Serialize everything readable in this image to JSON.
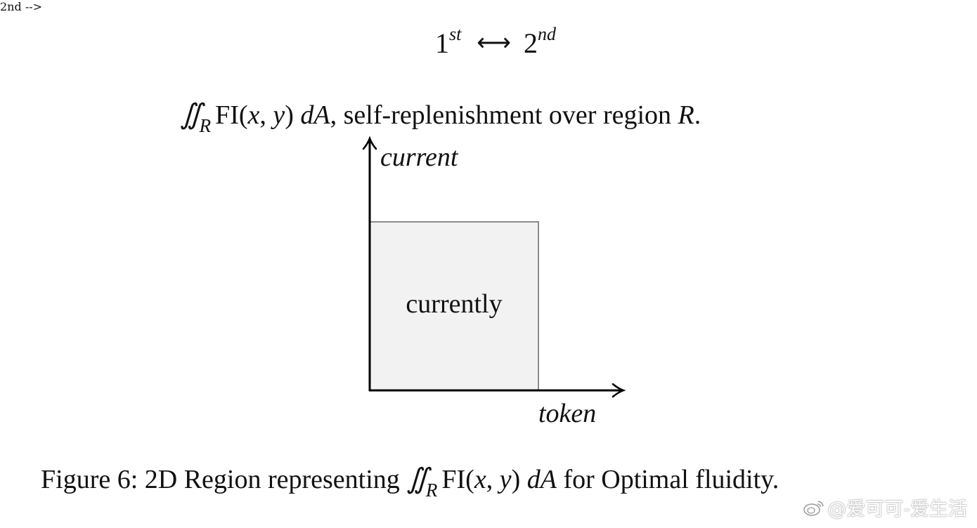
{
  "top_relation": {
    "left_base": "1",
    "left_sup": "st",
    "arrow": "⟷",
    "right_base": "2",
    "right_sup": "nd"
  },
  "formula_line": {
    "integral": "∬",
    "subscript": "R",
    "function": "FI(",
    "var_x": "x",
    "comma": ", ",
    "var_y": "y",
    "close": ")",
    "differential": " dA",
    "text_after": ", self-replenishment over region ",
    "region": "R",
    "period": "."
  },
  "diagram": {
    "y_axis_label": "current",
    "x_axis_label": "token",
    "region_label": "currently",
    "colors": {
      "region_fill": "#f2f2f2",
      "region_stroke": "#8c8c8c",
      "axis": "#000000"
    }
  },
  "caption": {
    "prefix": "Figure 6:  2D Region representing ",
    "integral": "∬",
    "subscript": "R",
    "function": "FI(",
    "var_x": "x",
    "comma": ", ",
    "var_y": "y",
    "close": ")",
    "differential": " dA",
    "suffix": " for Optimal fluidity."
  },
  "watermark": {
    "icon": "weibo-icon",
    "text": "@爱可可-爱生活"
  }
}
